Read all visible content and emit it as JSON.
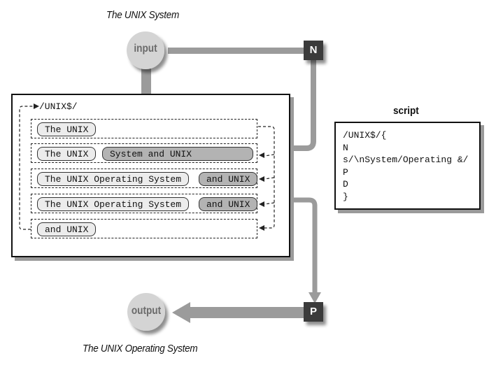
{
  "input": {
    "caption": "The UNIX System",
    "label": "input"
  },
  "output": {
    "caption": "The UNIX Operating System",
    "label": "output"
  },
  "commands": {
    "next": "N",
    "print": "P"
  },
  "pattern_space": {
    "address": "/UNIX$/",
    "rows": [
      {
        "segments": [
          {
            "text": "The UNIX",
            "shade": "light"
          }
        ]
      },
      {
        "segments": [
          {
            "text": "The UNIX",
            "shade": "light"
          },
          {
            "text": "System and UNIX",
            "shade": "dark"
          }
        ]
      },
      {
        "segments": [
          {
            "text": "The UNIX Operating System",
            "shade": "light"
          },
          {
            "text": "and UNIX",
            "shade": "dark"
          }
        ]
      },
      {
        "segments": [
          {
            "text": "The UNIX Operating System",
            "shade": "light"
          },
          {
            "text": "and UNIX",
            "shade": "dark"
          }
        ]
      },
      {
        "segments": [
          {
            "text": "and UNIX",
            "shade": "light"
          }
        ]
      }
    ]
  },
  "script": {
    "title": "script",
    "lines": [
      "/UNIX$/{",
      "N",
      "s/\\nSystem/Operating &/",
      "P",
      "D",
      "}"
    ]
  },
  "colors": {
    "arrow_gray": "#9b9b9b",
    "circle_fill": "#d4d4d4",
    "command_box": "#3a3a3a",
    "pill_light": "#ececec",
    "pill_dark": "#b3b3b3"
  }
}
